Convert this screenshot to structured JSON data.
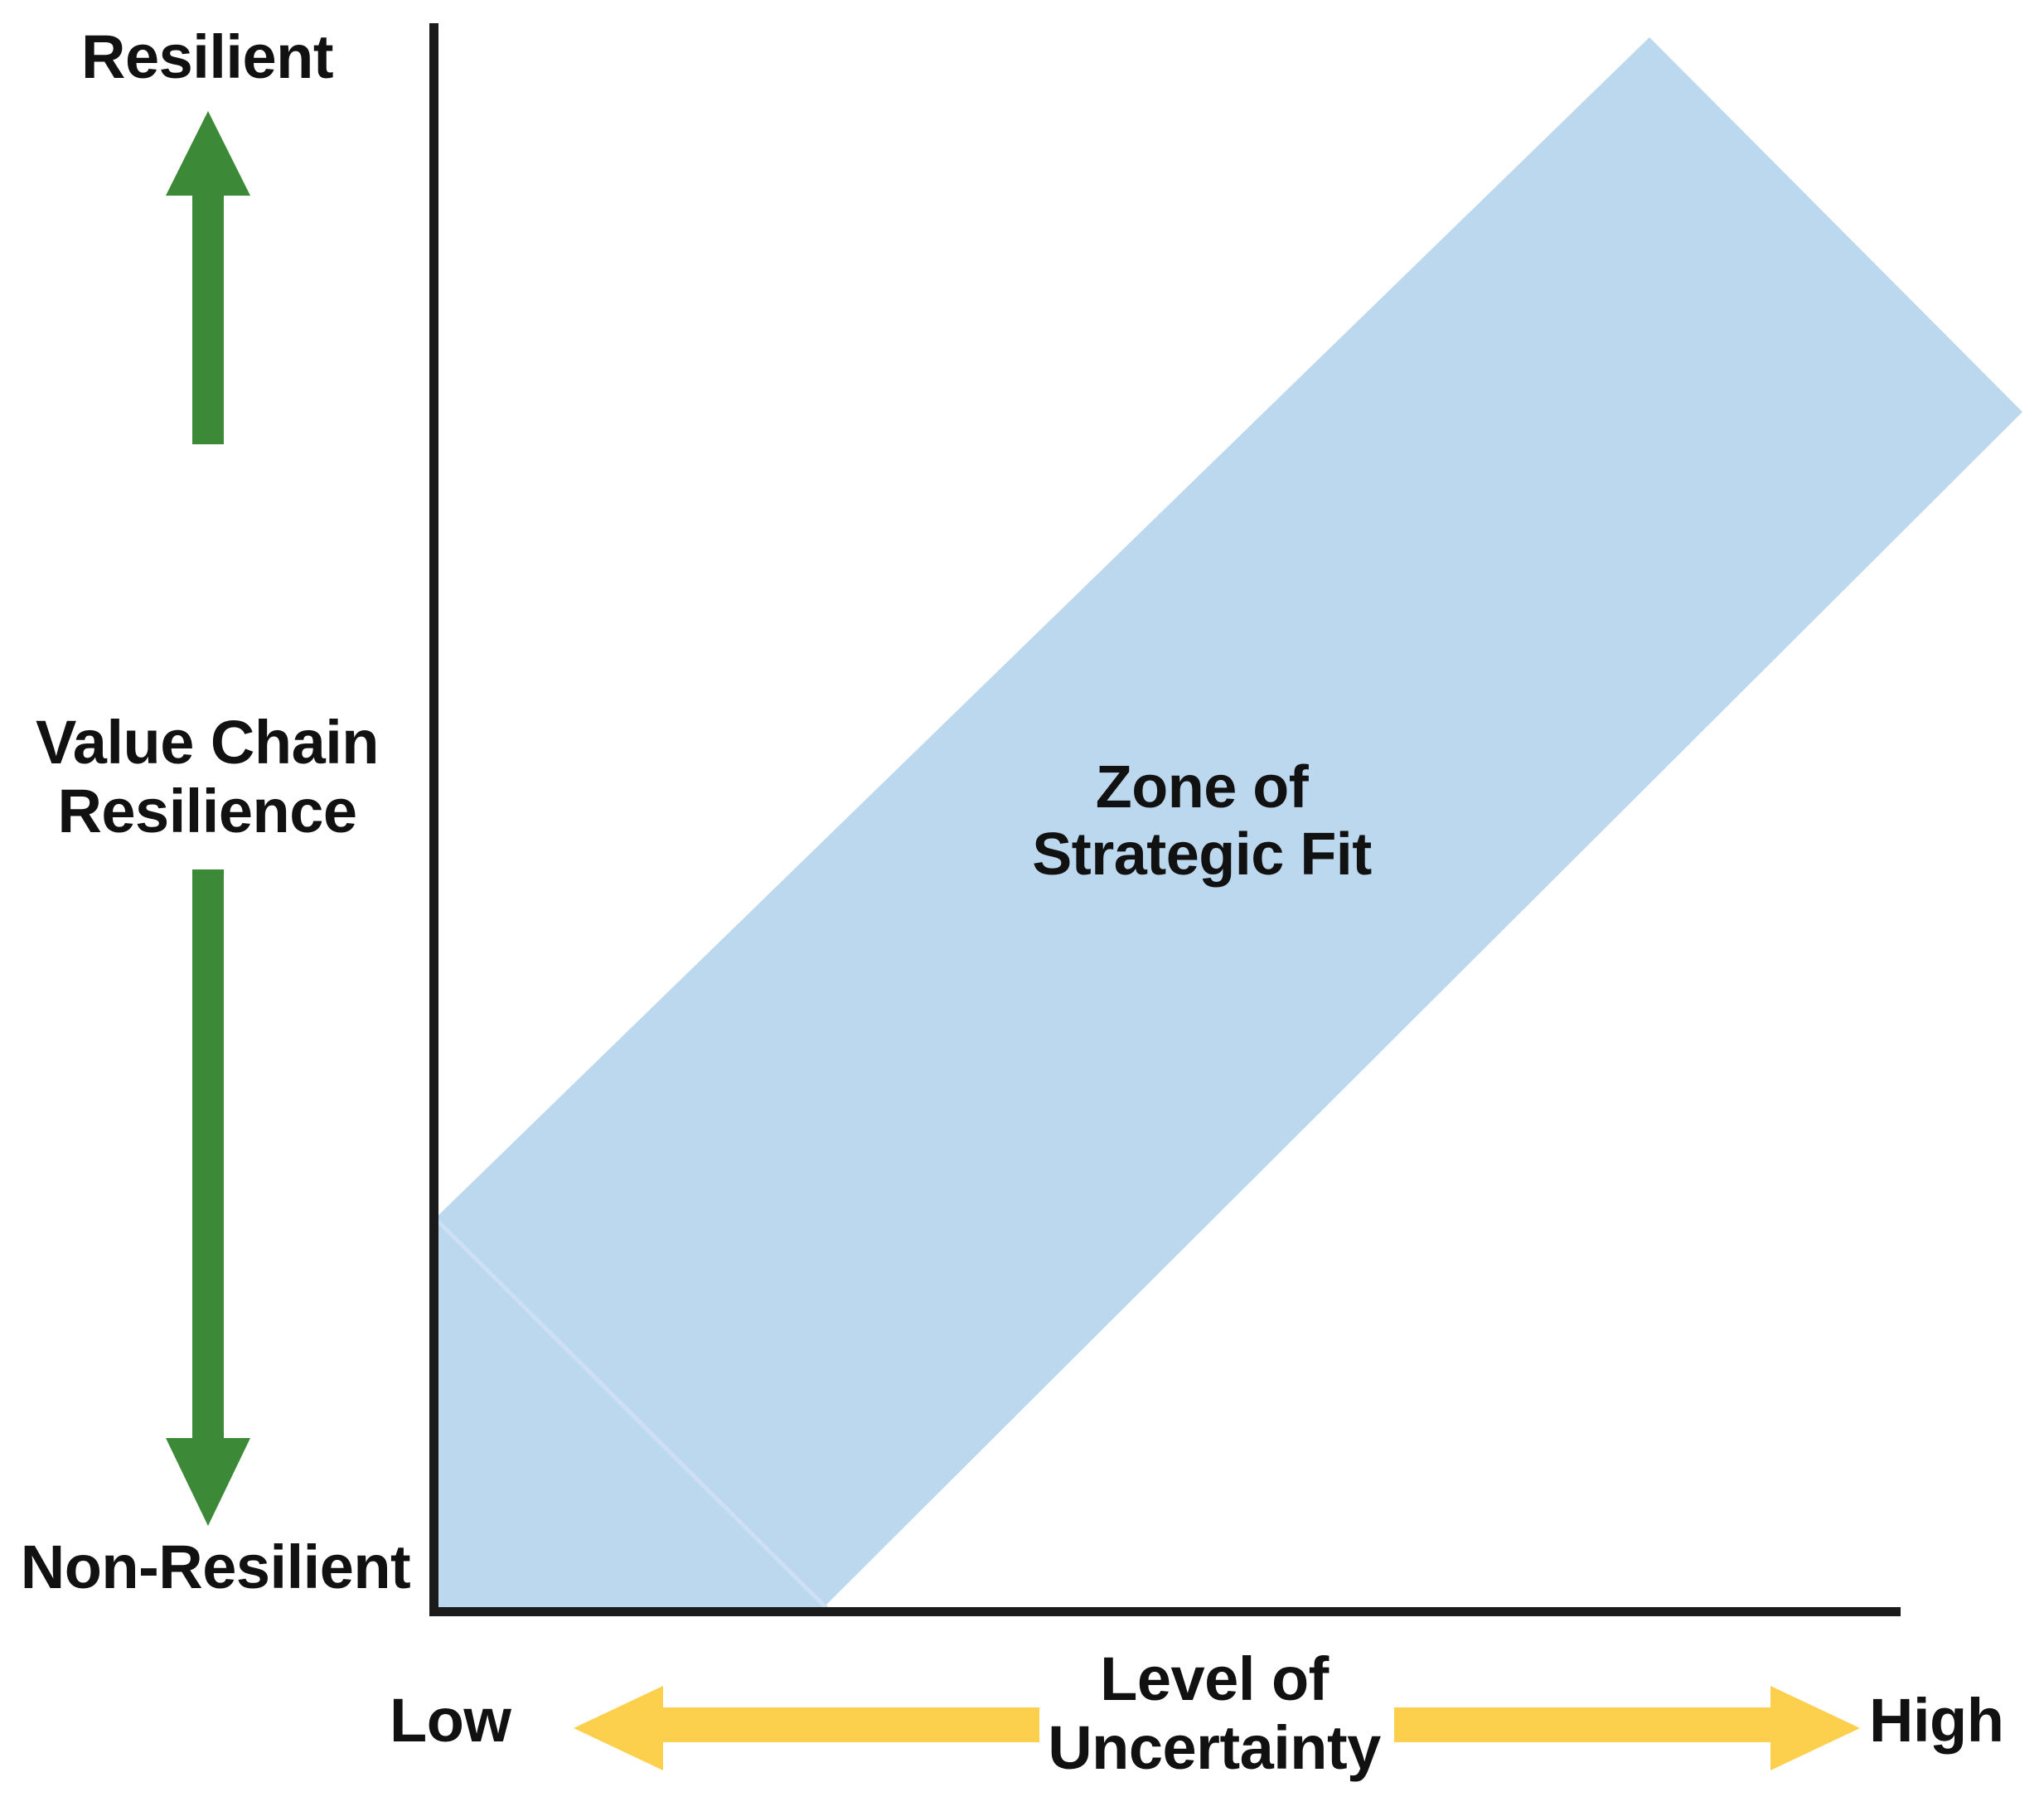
{
  "chart_data": {
    "type": "diagram",
    "title": "Zone of Strategic Fit",
    "xlabel": "Level of Uncertainty",
    "ylabel": "Value Chain Resilience",
    "x_axis": {
      "label_line1": "Level of",
      "label_line2": "Uncertainty",
      "low_label": "Low",
      "high_label": "High",
      "direction": "low-to-high",
      "range": [
        "Low",
        "High"
      ]
    },
    "y_axis": {
      "label_line1": "Value Chain",
      "label_line2": "Resilience",
      "top_label": "Resilient",
      "bottom_label": "Non-Resilient",
      "direction": "non-resilient-to-resilient",
      "range": [
        "Non-Resilient",
        "Resilient"
      ]
    },
    "regions": [
      {
        "name": "Zone of Strategic Fit",
        "label_line1": "Zone of",
        "label_line2": "Strategic Fit",
        "shape": "diagonal-band",
        "description": "Diagonal band running from bottom-left (low uncertainty, non-resilient) to top-right (high uncertainty, resilient)",
        "fill_color": "#bcd8ef",
        "slope": "positive"
      }
    ],
    "grid": false,
    "legend": null
  },
  "diagram": {
    "axis_color": "#1b1b1b",
    "band_color": "#bcd8ef",
    "green_arrow_color": "#3c8a38",
    "yellow_arrow_color": "#fccf4d",
    "background": "#ffffff",
    "y_axis_labels": {
      "top": "Resilient",
      "middle": "Value Chain\nResilience",
      "bottom": "Non-Resilient"
    },
    "x_axis_labels": {
      "left": "Low",
      "center": "Level of\nUncertainty",
      "right": "High"
    },
    "zone_label": "Zone of\nStrategic Fit",
    "icons": {
      "up_arrow": "green-up-arrow-icon",
      "down_arrow": "green-down-arrow-icon",
      "left_arrow": "yellow-left-arrow-icon",
      "right_arrow": "yellow-right-arrow-icon"
    }
  }
}
